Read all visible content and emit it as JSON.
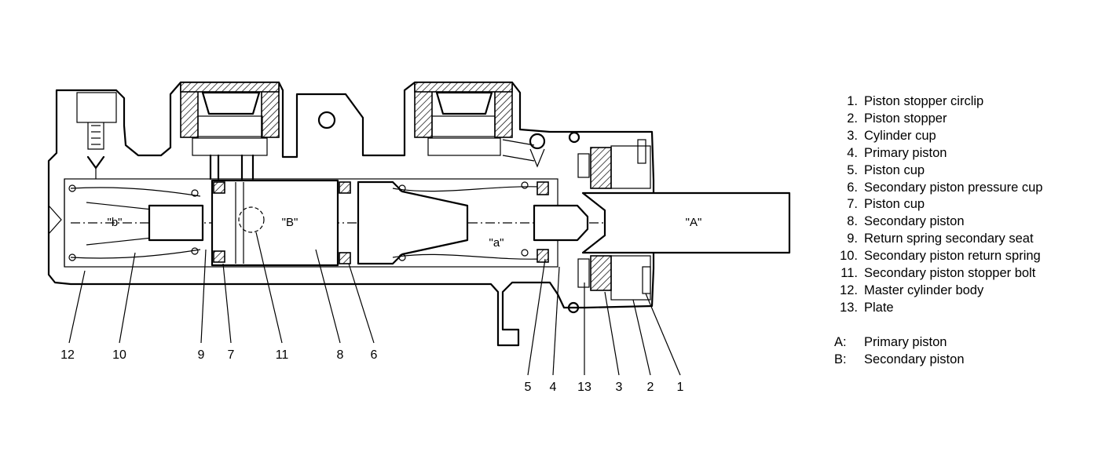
{
  "callouts": {
    "c1": "1",
    "c2": "2",
    "c3": "3",
    "c4": "4",
    "c5": "5",
    "c6": "6",
    "c7": "7",
    "c8": "8",
    "c9": "9",
    "c10": "10",
    "c11": "11",
    "c12": "12",
    "c13": "13"
  },
  "chambers": {
    "b_lower": "\"b\"",
    "B_upper": "\"B\"",
    "a_lower": "\"a\"",
    "A_upper": "\"A\""
  },
  "legend": {
    "parts": [
      {
        "num": "1.",
        "label": "Piston stopper circlip"
      },
      {
        "num": "2.",
        "label": "Piston stopper"
      },
      {
        "num": "3.",
        "label": "Cylinder cup"
      },
      {
        "num": "4.",
        "label": "Primary piston"
      },
      {
        "num": "5.",
        "label": "Piston cup"
      },
      {
        "num": "6.",
        "label": "Secondary piston pressure cup"
      },
      {
        "num": "7.",
        "label": "Piston cup"
      },
      {
        "num": "8.",
        "label": "Secondary piston"
      },
      {
        "num": "9.",
        "label": "Return spring secondary seat"
      },
      {
        "num": "10.",
        "label": "Secondary piston return spring"
      },
      {
        "num": "11.",
        "label": "Secondary piston stopper bolt"
      },
      {
        "num": "12.",
        "label": "Master cylinder body"
      },
      {
        "num": "13.",
        "label": "Plate"
      }
    ],
    "chambers": [
      {
        "letter": "A:",
        "label": "Primary piston"
      },
      {
        "letter": "B:",
        "label": "Secondary piston"
      }
    ]
  }
}
